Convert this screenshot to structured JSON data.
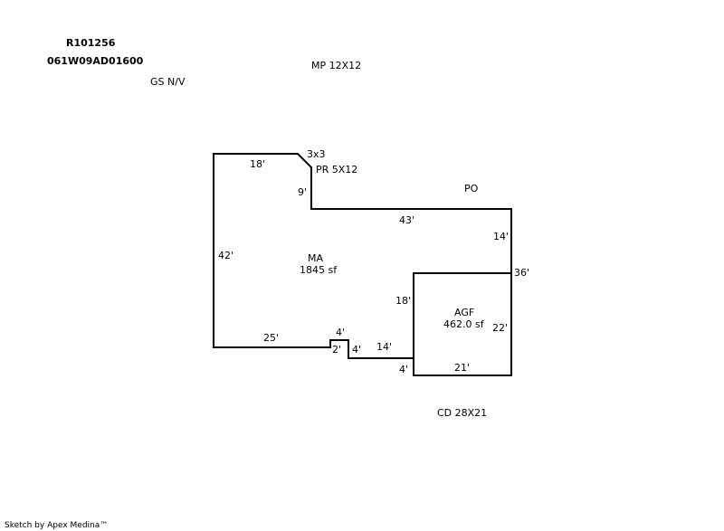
{
  "header": {
    "parcel_id": "R101256",
    "account_number": "061W09AD01600"
  },
  "notes": {
    "gs": "GS N/V",
    "mp": "MP  12X12",
    "po": "PO",
    "cd": "CD  28X21",
    "pr": "PR  5X12"
  },
  "areas": {
    "ma": {
      "code": "MA",
      "size": "1845 sf"
    },
    "agf": {
      "code": "AGF",
      "size": "462.0 sf"
    }
  },
  "dimensions": {
    "ma_top": "18'",
    "corner": "3x3",
    "ma_notch": "9'",
    "ma_left": "42'",
    "ma_bottom": "25'",
    "step_top": "4'",
    "step_side": "2'",
    "step_bottom": "4'",
    "ma_lower": "14'",
    "agf_left_lower": "4'",
    "ma_upper": "43'",
    "ma_right": "14'",
    "ma_right_total": "36'",
    "agf_left": "18'",
    "agf_right": "22'",
    "agf_bottom": "21'"
  },
  "footer": {
    "credit": "Sketch by Apex Medina™"
  }
}
